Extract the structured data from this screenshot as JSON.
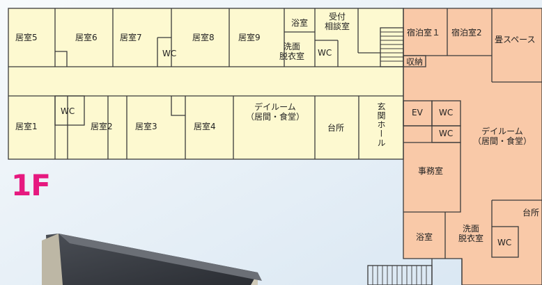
{
  "floor_label": "1F",
  "colors": {
    "yellow_zone": "#fdf9d0",
    "orange_zone": "#f9c9a8",
    "wall": "#3a3a3a",
    "floor_label": "#e6197f"
  },
  "rooms_yellow": {
    "kyoshitsu5": "居室5",
    "kyoshitsu6": "居室6",
    "kyoshitsu7": "居室7",
    "wc_top": "WC",
    "kyoshitsu8": "居室8",
    "kyoshitsu9": "居室9",
    "bath_top": "浴室",
    "washroom_top_1": "洗面",
    "washroom_top_2": "脱衣室",
    "reception_1": "受付",
    "reception_2": "相談室",
    "wc_reception": "WC",
    "kyoshitsu1": "居室1",
    "wc_left": "WC",
    "kyoshitsu2": "居室2",
    "kyoshitsu3": "居室3",
    "kyoshitsu4": "居室4",
    "dayroom_1": "デイルーム",
    "dayroom_2": "（居間・食堂）",
    "kitchen": "台所",
    "entrance_hall": "玄関ホール"
  },
  "rooms_orange": {
    "lodging1": "宿泊室１",
    "lodging2": "宿泊室2",
    "storage": "収納",
    "tatami": "畳スペース",
    "ev": "EV",
    "wc_upper": "WC",
    "wc_lower": "WC",
    "dayroom_1": "デイルーム",
    "dayroom_2": "（居間・食堂）",
    "office": "事務室",
    "bath": "浴室",
    "washroom_1": "洗面",
    "washroom_2": "脱衣室",
    "wc_bottom": "WC",
    "kitchen": "台所"
  }
}
